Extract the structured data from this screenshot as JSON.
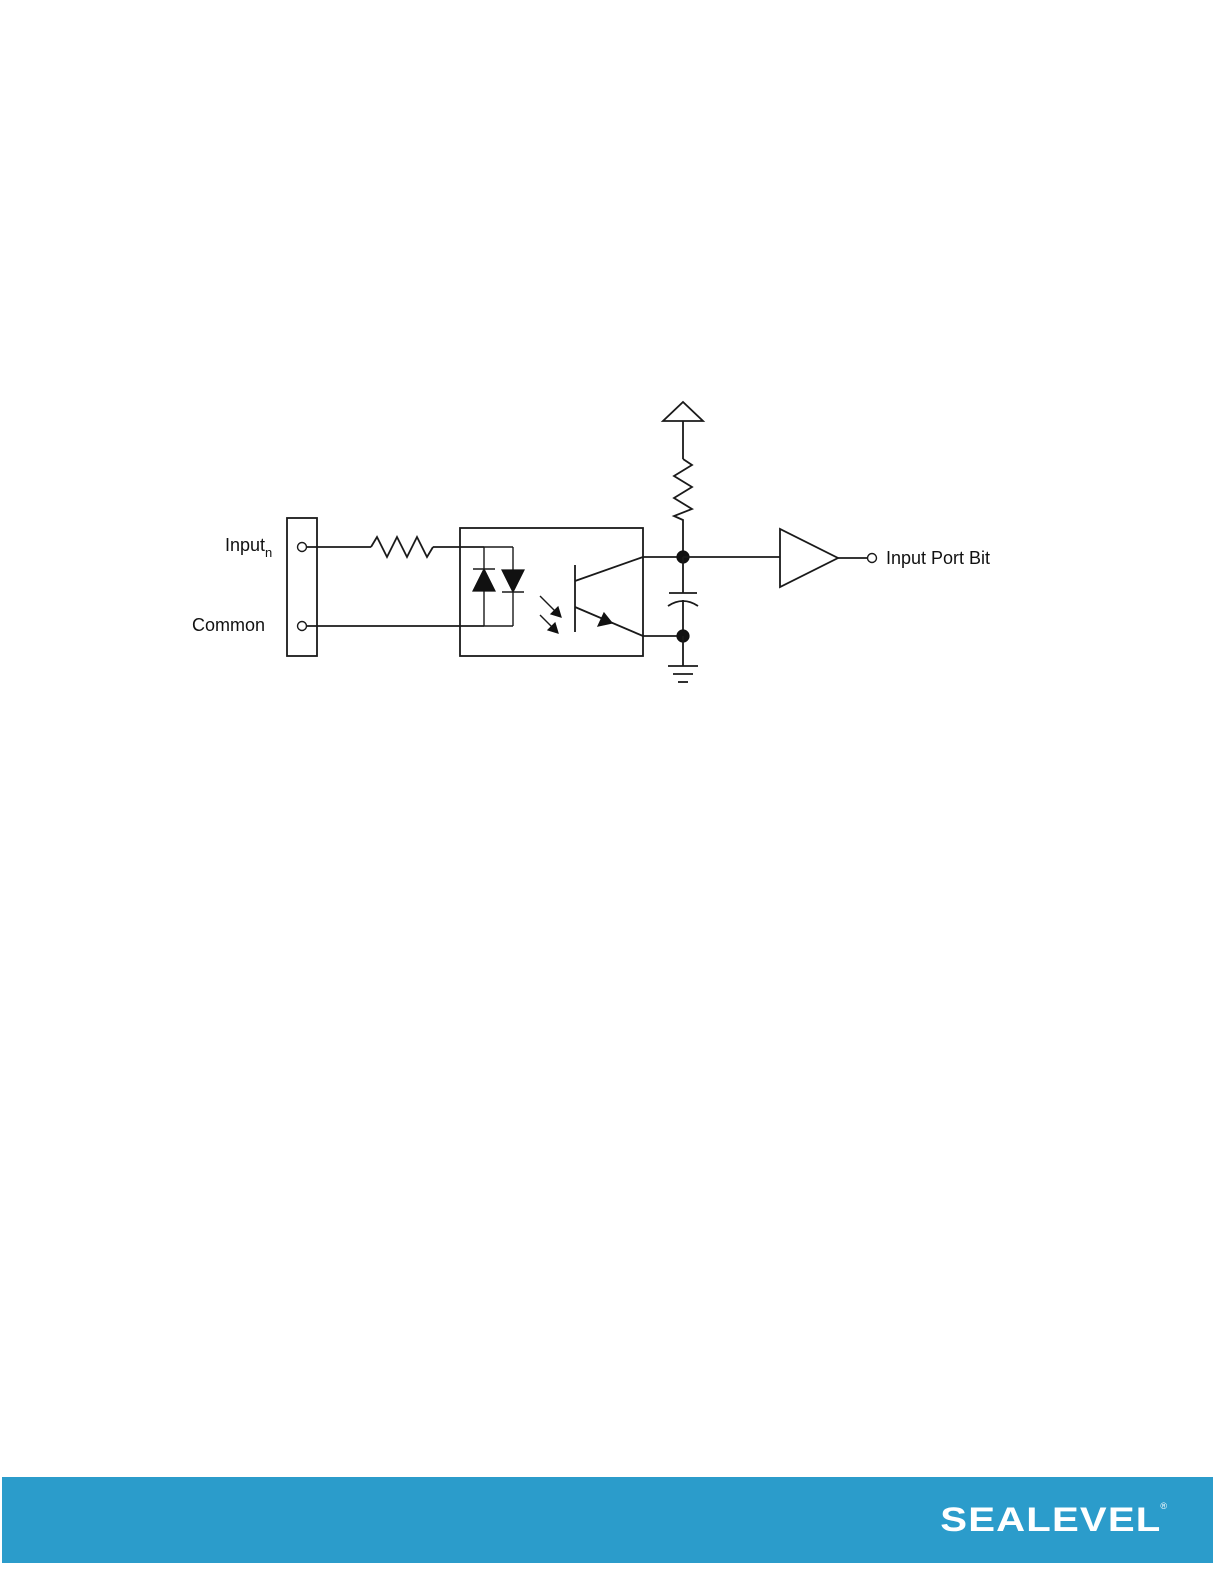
{
  "schematic": {
    "labels": {
      "input": "Input",
      "input_subscript": "n",
      "common": "Common",
      "output": "Input Port Bit"
    }
  },
  "footer": {
    "logo_text": "SEALEVEL",
    "logo_mark": "®",
    "background_color": "#2b9ccb"
  }
}
